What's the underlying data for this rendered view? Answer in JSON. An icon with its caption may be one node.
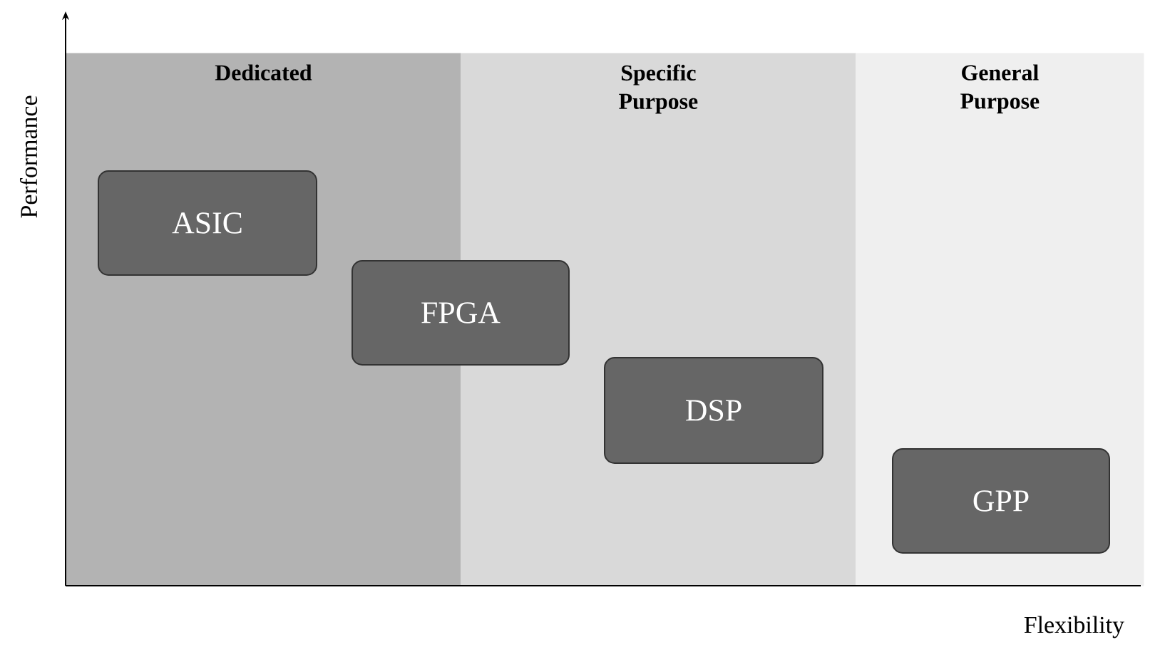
{
  "diagram": {
    "nodes": [
      {
        "text": [
          "Dedicated"
        ]
      },
      {
        "text": [
          "Specific Purpose"
        ]
      },
      {
        "text": [
          "General Purpose"
        ]
      },
      {
        "text": [
          "ASIC"
        ],
        "in": 0
      },
      {
        "text": [
          "FPGA"
        ]
      },
      {
        "text": [
          "DSP"
        ],
        "in": 1
      },
      {
        "text": [
          "GPP"
        ],
        "in": 2
      }
    ],
    "labels": [
      "Performance",
      "Flexibility"
    ]
  }
}
